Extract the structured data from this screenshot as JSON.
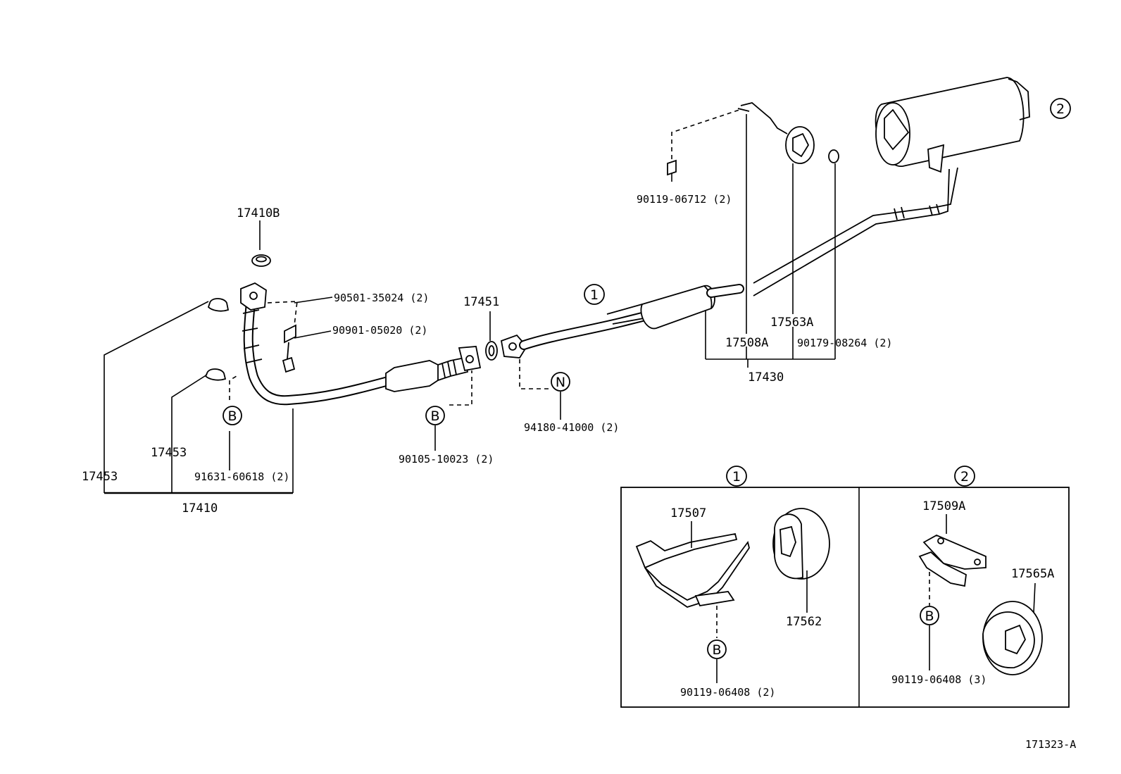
{
  "diagram": {
    "figure_code": "171323-A",
    "labels": {
      "p17410B": "17410B",
      "p90501": "90501-35024 (2)",
      "p90901": "90901-05020 (2)",
      "p17451": "17451",
      "p17453_outer": "17453",
      "p17453_inner": "17453",
      "p91631": "91631-60618 (2)",
      "p17410": "17410",
      "p90105": "90105-10023 (2)",
      "p94180": "94180-41000 (2)",
      "p90119_06712": "90119-06712 (2)",
      "p17563A": "17563A",
      "p17508A": "17508A",
      "p90179": "90179-08264 (2)",
      "p17430": "17430",
      "p17507": "17507",
      "p17562": "17562",
      "p90119_06408_2": "90119-06408 (2)",
      "p17509A": "17509A",
      "p17565A": "17565A",
      "p90119_06408_3": "90119-06408 (3)"
    },
    "markers": {
      "ref1": "1",
      "ref2": "2",
      "bolt": "B",
      "nut": "N"
    }
  }
}
